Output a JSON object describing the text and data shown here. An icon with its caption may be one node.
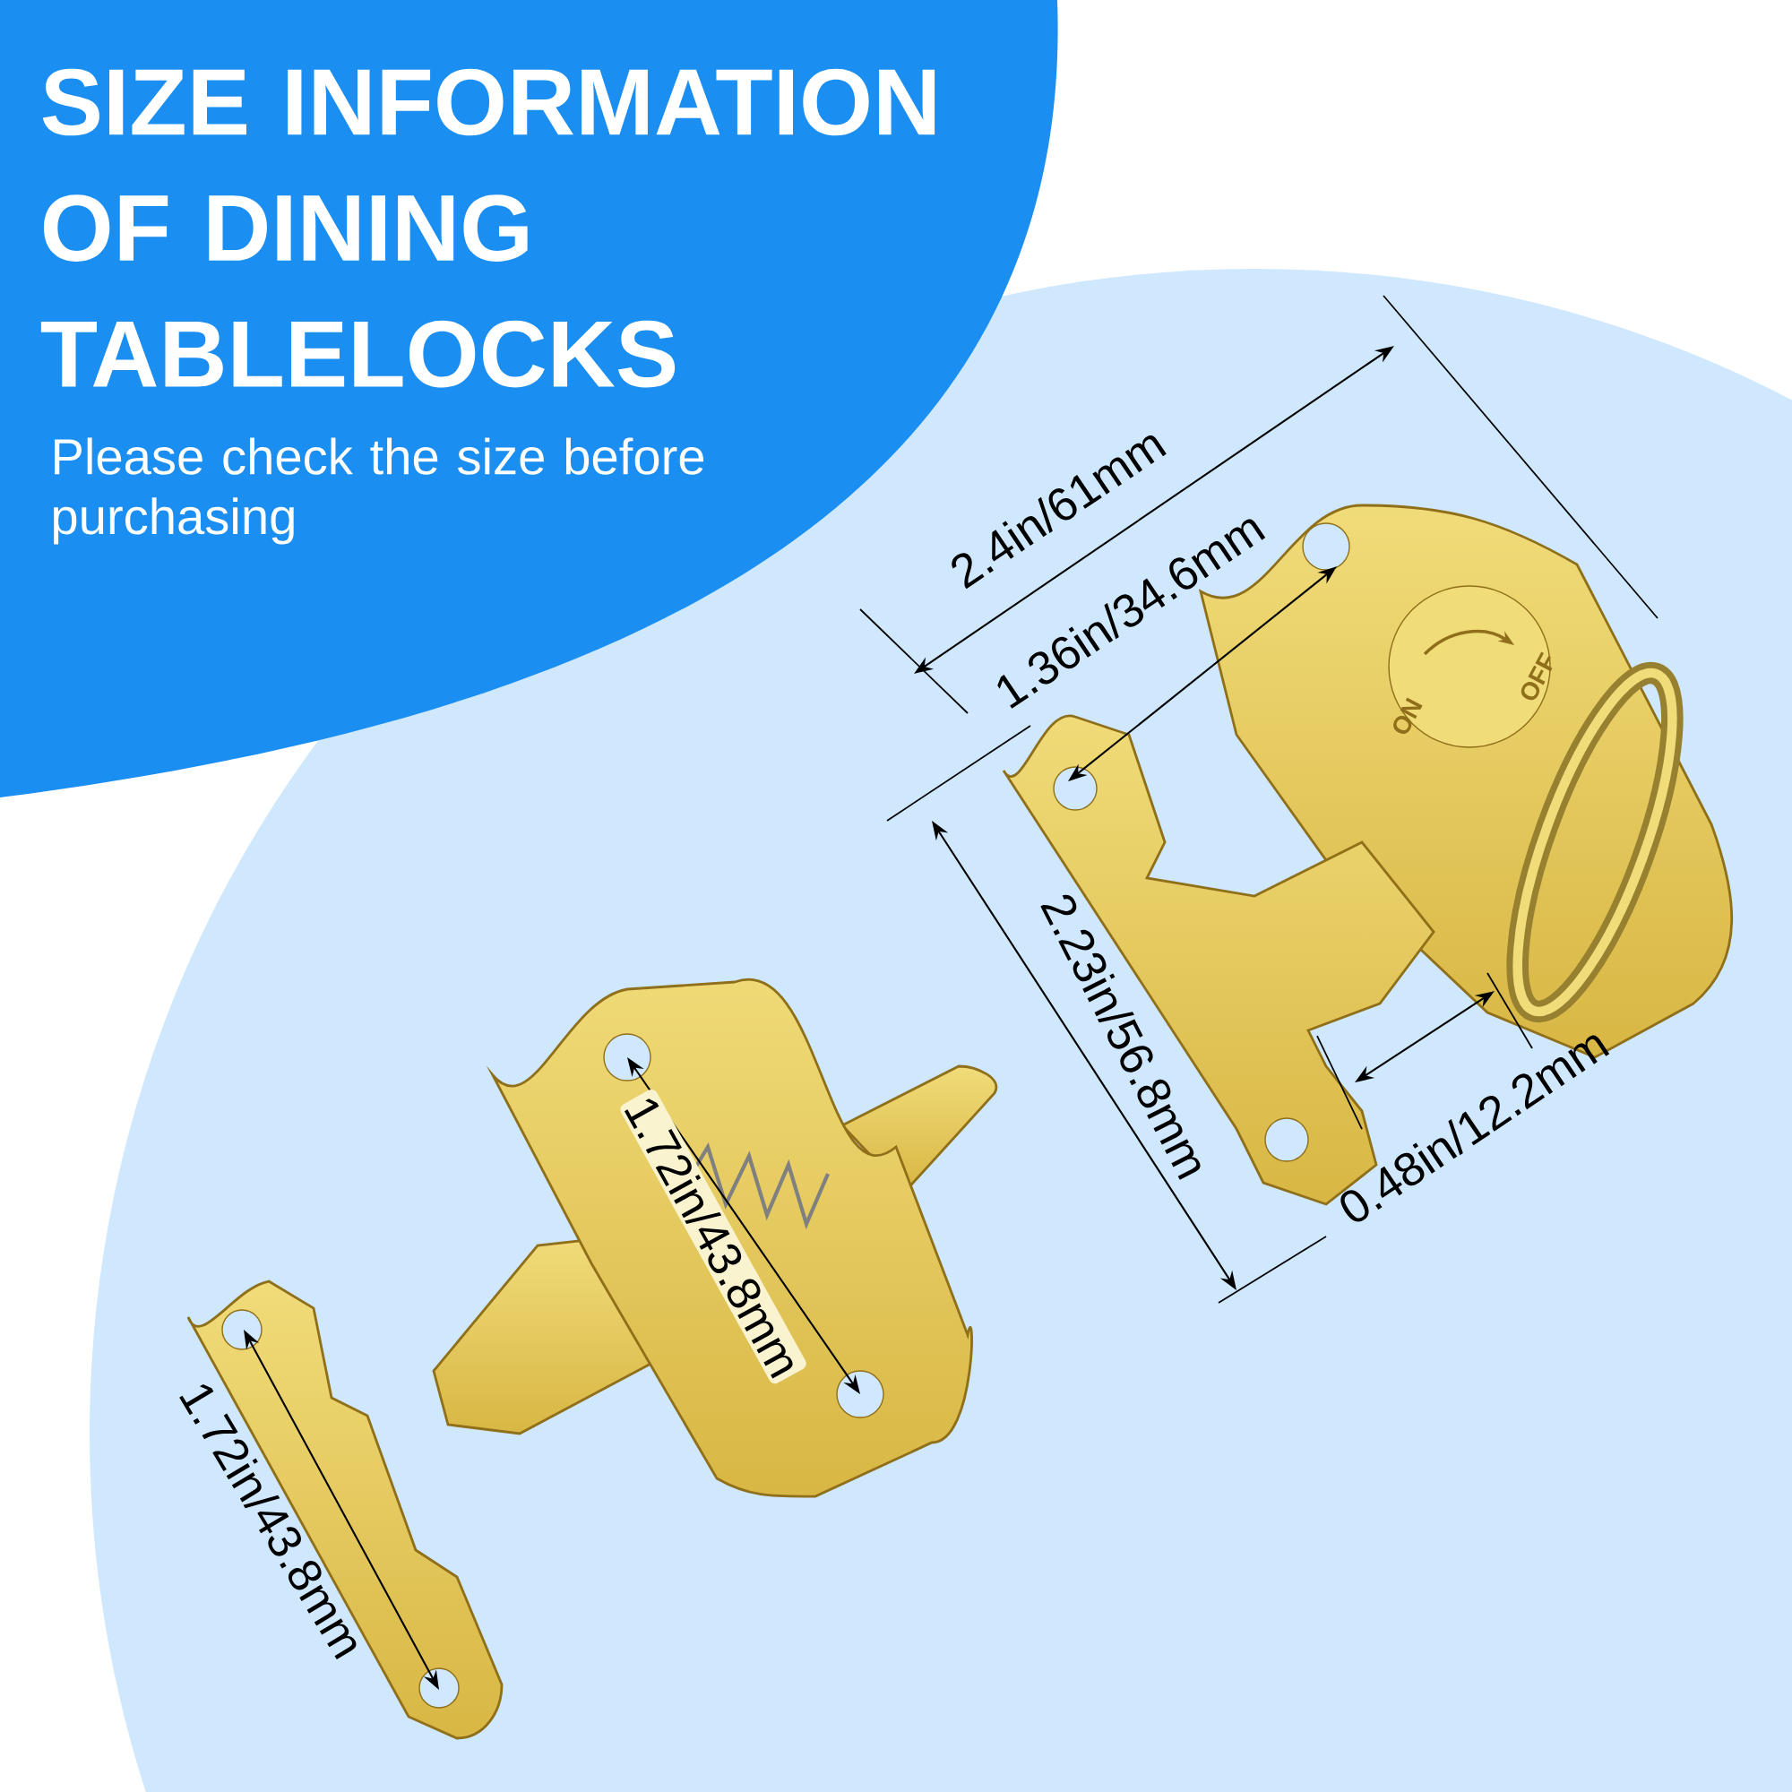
{
  "diagram": {
    "title": "SIZE INFORMATION OF DINING TABLELOCKS",
    "labels": [
      "Please check the size before purchasing",
      "2.4in/61mm",
      "1.36in/34.6mm",
      "ON",
      "OFF",
      "2.23in/56.8mm",
      "0.48in/12.2mm",
      "1.72in/43.8mm",
      "1.72in/43.8mm"
    ]
  }
}
